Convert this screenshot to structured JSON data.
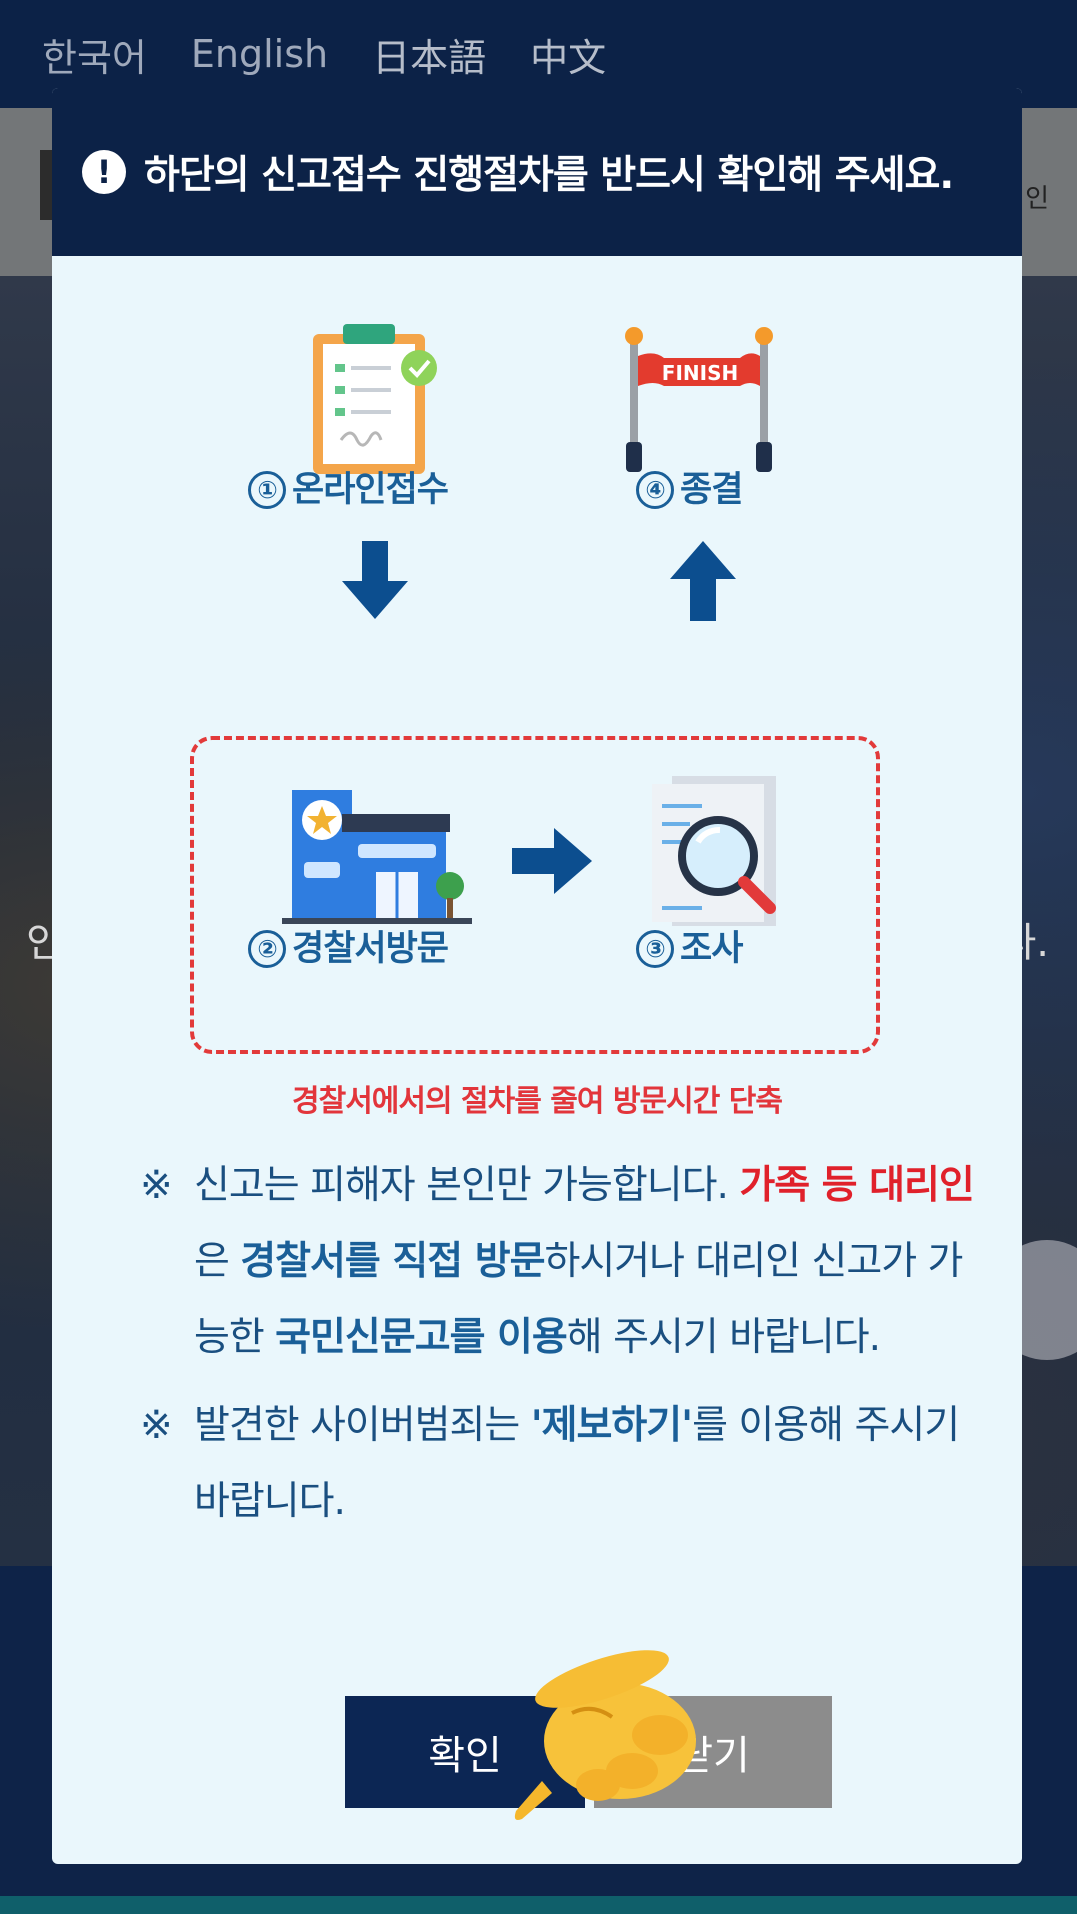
{
  "languages": [
    "한국어",
    "English",
    "日本語",
    "中文"
  ],
  "background_fragments": {
    "header_right": "인",
    "hero_left": "인",
    "hero_right": "다."
  },
  "modal": {
    "title": "하단의 신고접수 진행절차를 반드시 확인해 주세요.",
    "alert_symbol": "!",
    "steps": [
      {
        "num": "①",
        "label": "온라인접수"
      },
      {
        "num": "②",
        "label": "경찰서방문"
      },
      {
        "num": "③",
        "label": "조사"
      },
      {
        "num": "④",
        "label": "종결"
      }
    ],
    "finish_sign": "FINISH",
    "procedure_note": "경찰서에서의 절차를 줄여 방문시간 단축",
    "notice1": {
      "mark": "※",
      "p1": "신고는 피해자 본인만 가능합니다. ",
      "red": "가족 등 대리인",
      "p2": "은 ",
      "blue1": "경찰서를 직접 방문",
      "p3": "하시거나 대리인 신고가 가능한 ",
      "blue2": "국민신문고를 이용",
      "p4": "해 주시기 바랍니다."
    },
    "notice2": {
      "mark": "※",
      "p1": "발견한 사이버범죄는 ",
      "blue": "'제보하기'",
      "p2": "를 이용해 주시기 바랍니다."
    },
    "buttons": {
      "confirm": "확인",
      "close": "닫기"
    }
  },
  "colors": {
    "navy": "#0c2247",
    "modal_bg": "#eaf7fc",
    "accent_blue": "#1a5f98",
    "accent_red": "#e0212b",
    "close_gray": "#8c8c8c"
  },
  "icons": [
    "alert-icon",
    "clipboard-icon",
    "finish-line-icon",
    "police-station-icon",
    "magnifier-document-icon",
    "arrow-down-icon",
    "arrow-up-icon",
    "arrow-right-icon",
    "pointing-hand-icon"
  ]
}
